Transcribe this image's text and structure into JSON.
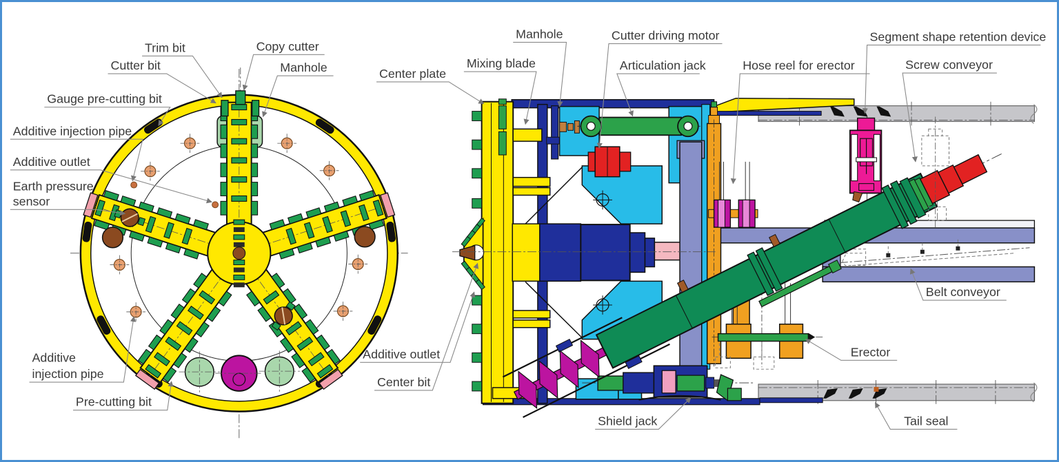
{
  "front_view": {
    "labels": {
      "trim_bit": "Trim bit",
      "copy_cutter": "Copy cutter",
      "cutter_bit": "Cutter bit",
      "manhole": "Manhole",
      "gauge_pre_cutting_bit": "Gauge pre-cutting bit",
      "additive_injection_pipe": "Additive injection pipe",
      "additive_outlet": "Additive outlet",
      "earth_pressure_sensor_line1": "Earth pressure",
      "earth_pressure_sensor_line2": "sensor",
      "additive_lower_line1": "Additive",
      "additive_lower_line2": "injection pipe",
      "pre_cutting_bit": "Pre-cutting bit"
    }
  },
  "side_view": {
    "labels": {
      "center_plate": "Center plate",
      "mixing_blade": "Mixing blade",
      "manhole": "Manhole",
      "cutter_driving_motor": "Cutter driving motor",
      "articulation_jack": "Articulation jack",
      "hose_reel_for_erector": "Hose reel for erector",
      "segment_shape_retention_device": "Segment shape retention device",
      "screw_conveyor": "Screw conveyor",
      "additive_outlet": "Additive outlet",
      "center_bit": "Center bit",
      "belt_conveyor": "Belt conveyor",
      "erector": "Erector",
      "shield_jack": "Shield jack",
      "tail_seal": "Tail seal"
    }
  },
  "colors": {
    "cutter_yellow": "#FFE800",
    "bit_green": "#1E9E50",
    "jack_green": "#2CA24A",
    "screw_green": "#0F8B55",
    "dark_blue": "#1F2F9B",
    "cyan": "#28BCE8",
    "periwinkle": "#8890C8",
    "orange": "#F0A020",
    "magenta": "#BC14A0",
    "pink_magenta": "#ED1A96",
    "red": "#E22222",
    "shaft_pink": "#F5B8C0",
    "light_green": "#A9D7AC",
    "sensor_brown": "#8B4A20",
    "tan": "#E8A070",
    "segment_gray": "#C6C6CA",
    "border_blue": "#4A90D2",
    "label_text": "#3A3A3A"
  }
}
